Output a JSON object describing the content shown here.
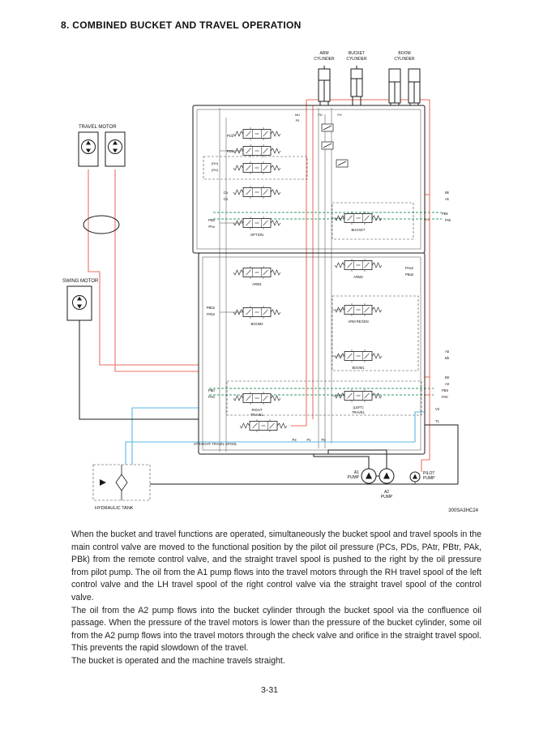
{
  "page": {
    "title": "8. COMBINED BUCKET AND TRAVEL OPERATION",
    "page_number": "3-31"
  },
  "diagram": {
    "figure_code": "300SA3HC24",
    "colors": {
      "supply_red": "#ee6f62",
      "return_blue": "#58b7e3",
      "pilot_green": "#2f9e63",
      "line_black": "#1a1a1a"
    },
    "components": {
      "travel_motor": "TRAVEL MOTOR",
      "swing_motor": "SWING MOTOR",
      "hydraulic_tank": "HYDRAULIC TANK",
      "arm": "ARM",
      "bucket": "BUCKET",
      "boom": "BOOM",
      "cylinder": "CYLINDER",
      "a1": "A1",
      "a2": "A2",
      "pilot": "PILOT",
      "pump": "PUMP"
    },
    "spools": {
      "option": "OPTION",
      "bucket": "BUCKET",
      "arm1": "ARM1",
      "arm2": "ARM2",
      "boom1": "BOOM1",
      "boom2": "BOOM2",
      "arm_regen": "ARM REGEN",
      "right_travel_l1": "RIGHT",
      "right_travel_l2": "TRAVEL",
      "left_travel_l1": "(LEFT)",
      "left_travel_l2": "TRAVEL",
      "straight_travel": "STRAIGHT TRAVEL SPOOL"
    },
    "ports": {
      "pcb": "PCb",
      "pdb": "PDb",
      "rh": "(RH)",
      "ca": "Ca",
      "cb": "Cb",
      "pbo": "PBo",
      "pao": "PAo",
      "bk": "Bk",
      "ak": "Ak",
      "pbk": "PBk",
      "pak": "PAk",
      "paa2": "PAa2",
      "pba2": "PBa2",
      "pbb2": "PBb2",
      "pab2": "PAb2",
      "ab": "Ab",
      "bb": "Bb",
      "btr": "Btr",
      "atr": "Atr",
      "pbtr": "PBtr",
      "patr": "PAtr",
      "p1": "P1",
      "p2": "P2",
      "p3": "P3",
      "t1": "T1",
      "v2": "V2",
      "mu": "MU",
      "pd": "PD",
      "ph": "PH",
      "p5": "P5"
    }
  },
  "body": {
    "paragraphs": [
      "When the bucket and travel functions are operated, simultaneously the bucket spool and travel spools in the main control valve are moved to the functional position by the pilot oil pressure (PCs, PDs, PAtr, PBtr, PAk, PBk) from the remote control valve, and the straight travel spool is pushed to the right by the oil pressure from pilot pump.  The oil from the A1 pump flows into the travel motors through the RH travel spool of the left control valve and the LH travel spool of the right control valve via the straight travel spool of the control valve.",
      "The oil from the A2 pump flows into the bucket cylinder through the bucket spool via the confluence oil passage. When the pressure of the travel motors is lower than the pressure of the bucket cylinder, some oil from the A2 pump flows into the travel motors through the check valve and orifice in the straight travel spool. This prevents the rapid slowdown of the travel.",
      "The bucket is operated and the machine travels straight."
    ]
  }
}
